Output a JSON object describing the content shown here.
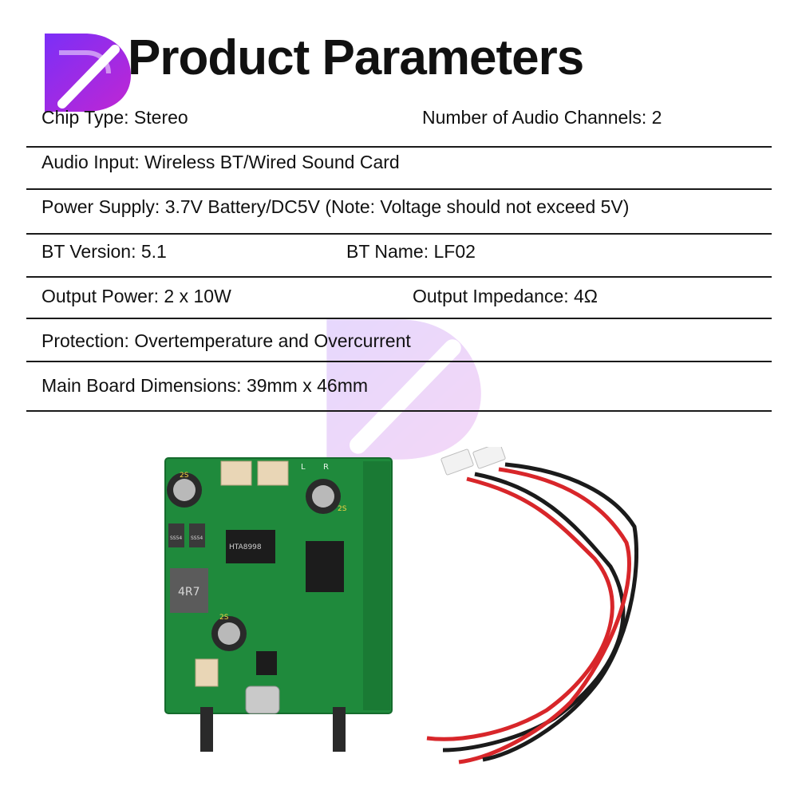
{
  "page": {
    "title": "Product Parameters"
  },
  "logo": {
    "icon": "d-logo-icon",
    "colors": {
      "start": "#8a2be2",
      "end": "#c026d3",
      "accent": "#ffffff"
    }
  },
  "params": {
    "chip_type": "Chip Type: Stereo",
    "audio_channels": "Number of Audio Channels: 2",
    "audio_input": "Audio Input: Wireless BT/Wired Sound Card",
    "power_supply": "Power Supply: 3.7V Battery/DC5V (Note: Voltage should not exceed 5V)",
    "bt_version": "BT Version: 5.1",
    "bt_name": "BT Name: LF02",
    "output_power": "Output Power: 2 x 10W",
    "output_impedance": "Output Impedance: 4Ω",
    "protection": "Protection: Overtemperature and Overcurrent",
    "board_dimensions": "Main Board Dimensions: 39mm x 46mm"
  },
  "board": {
    "chip_label": "HTA8998",
    "inductor_label": "4R7",
    "cap_label_1": "2S",
    "cap_label_2": "2S",
    "cap_label_3": "2S",
    "diode_label_1": "SS54",
    "diode_label_2": "SS54",
    "silk_left": "L",
    "silk_right": "R"
  },
  "colors": {
    "pcb_green": "#1f8a3c",
    "wire_red": "#d8262a",
    "wire_black": "#1b1b1b",
    "connector_beige": "#e9d6b6"
  }
}
